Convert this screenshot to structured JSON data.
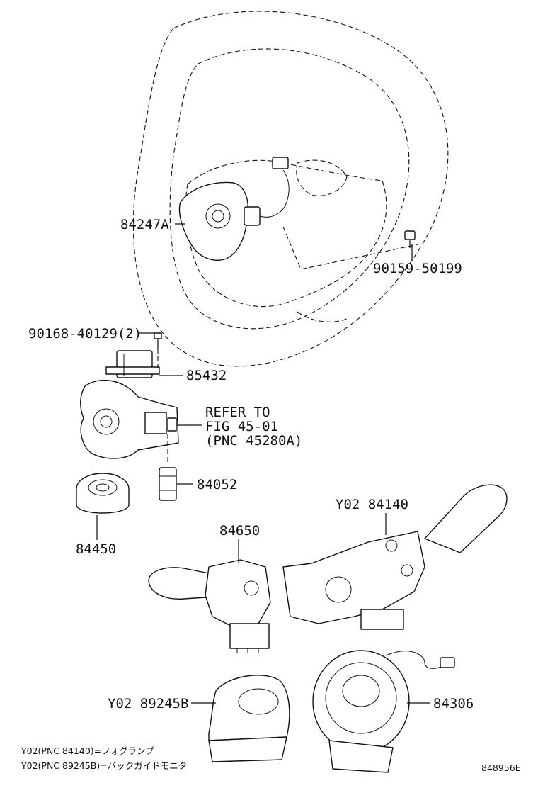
{
  "labels": {
    "steering_pad": "84247A",
    "screw_steering": "90159-50199",
    "screw_lock": "90168-40129(2)",
    "lock_sensor": "85432",
    "refer_line1": "REFER TO",
    "refer_line2": "FIG 45-01",
    "refer_line3": "(PNC 45280A)",
    "connector": "84052",
    "ignition_switch": "84450",
    "fog_switch": "Y02 84140",
    "wiper_switch": "84650",
    "cover": "Y02 89245B",
    "spiral_cable": "84306",
    "diagram_code": "848956E"
  },
  "notes": [
    "Y02(PNC 84140)=フォグランプ",
    "Y02(PNC 89245B)=バックガイドモニタ"
  ]
}
